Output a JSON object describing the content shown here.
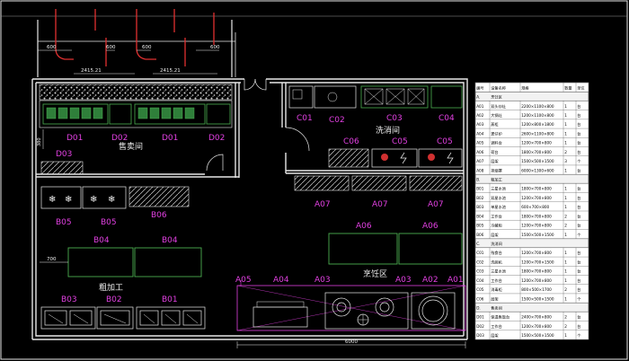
{
  "colors": {
    "background": "#000000",
    "wall": "#e8e8e8",
    "equipment": "#4caf50",
    "label": "#e040e0",
    "pipe": "#e03030",
    "dimension": "#f0f0f0",
    "hatch": "#d8d8d8"
  },
  "dimensions": {
    "d600a": "600",
    "d600b": "600",
    "d600c": "600",
    "d600d": "600",
    "span_left": "2415.21",
    "span_right": "2415.21",
    "d380": "380",
    "d700": "700",
    "d6000": "6000"
  },
  "rooms": {
    "sales": "售卖间",
    "dishwash": "洗消间",
    "rough": "粗加工",
    "cooking": "烹饪区"
  },
  "tags": {
    "d01a": "D01",
    "d01b": "D01",
    "d02a": "D02",
    "d02b": "D02",
    "d03": "D03",
    "c01": "C01",
    "c02": "C02",
    "c03": "C03",
    "c04": "C04",
    "c05a": "C05",
    "c05b": "C05",
    "c06": "C06",
    "b05a": "B05",
    "b05b": "B05",
    "b06": "B06",
    "b04a": "B04",
    "b04b": "B04",
    "b03": "B03",
    "b02": "B02",
    "b01": "B01",
    "a07a": "A07",
    "a07b": "A07",
    "a07c": "A07",
    "a06a": "A06",
    "a06b": "A06",
    "a05": "A05",
    "a04": "A04",
    "a03a": "A03",
    "a03b": "A03",
    "a02": "A02",
    "a01": "A01"
  },
  "table": {
    "headers": [
      "编号",
      "设备名称",
      "规格",
      "数量",
      "单位"
    ],
    "rows": [
      [
        "A.",
        "烹饪区",
        "",
        "",
        ""
      ],
      [
        "A01",
        "双头炒灶",
        "2200×1100×800",
        "1",
        "台"
      ],
      [
        "A02",
        "大锅灶",
        "1200×1100×800",
        "1",
        "台"
      ],
      [
        "A03",
        "蒸柜",
        "1200×800×1800",
        "1",
        "台"
      ],
      [
        "A04",
        "煲仔炉",
        "2600×1100×800",
        "1",
        "台"
      ],
      [
        "A05",
        "调料台",
        "1200×700×800",
        "1",
        "台"
      ],
      [
        "A06",
        "荷台",
        "1800×700×800",
        "2",
        "台"
      ],
      [
        "A07",
        "层架",
        "1500×500×1500",
        "3",
        "个"
      ],
      [
        "A08",
        "排烟罩",
        "6000×1300×600",
        "1",
        "台"
      ],
      [
        "B.",
        "粗加工",
        "",
        "",
        ""
      ],
      [
        "B01",
        "三星水池",
        "1800×700×800",
        "1",
        "台"
      ],
      [
        "B02",
        "双星水池",
        "1200×700×800",
        "1",
        "台"
      ],
      [
        "B03",
        "单星水池",
        "600×700×800",
        "1",
        "台"
      ],
      [
        "B04",
        "工作台",
        "1800×700×800",
        "2",
        "台"
      ],
      [
        "B05",
        "冷藏柜",
        "1200×700×800",
        "2",
        "台"
      ],
      [
        "B06",
        "层架",
        "1500×500×1500",
        "1",
        "个"
      ],
      [
        "C.",
        "洗消间",
        "",
        "",
        ""
      ],
      [
        "C01",
        "残食台",
        "1200×700×800",
        "1",
        "台"
      ],
      [
        "C02",
        "洗碗机",
        "1200×700×1500",
        "1",
        "台"
      ],
      [
        "C03",
        "三星水池",
        "1800×700×800",
        "1",
        "台"
      ],
      [
        "C04",
        "工作台",
        "1200×700×800",
        "1",
        "台"
      ],
      [
        "C05",
        "消毒柜",
        "800×500×1700",
        "2",
        "台"
      ],
      [
        "C06",
        "层架",
        "1500×500×1500",
        "1",
        "个"
      ],
      [
        "D.",
        "售卖间",
        "",
        "",
        ""
      ],
      [
        "D01",
        "保温售饭台",
        "2400×700×800",
        "2",
        "台"
      ],
      [
        "D02",
        "工作台",
        "1200×700×800",
        "2",
        "台"
      ],
      [
        "D03",
        "层架",
        "1500×500×1500",
        "1",
        "个"
      ]
    ]
  }
}
